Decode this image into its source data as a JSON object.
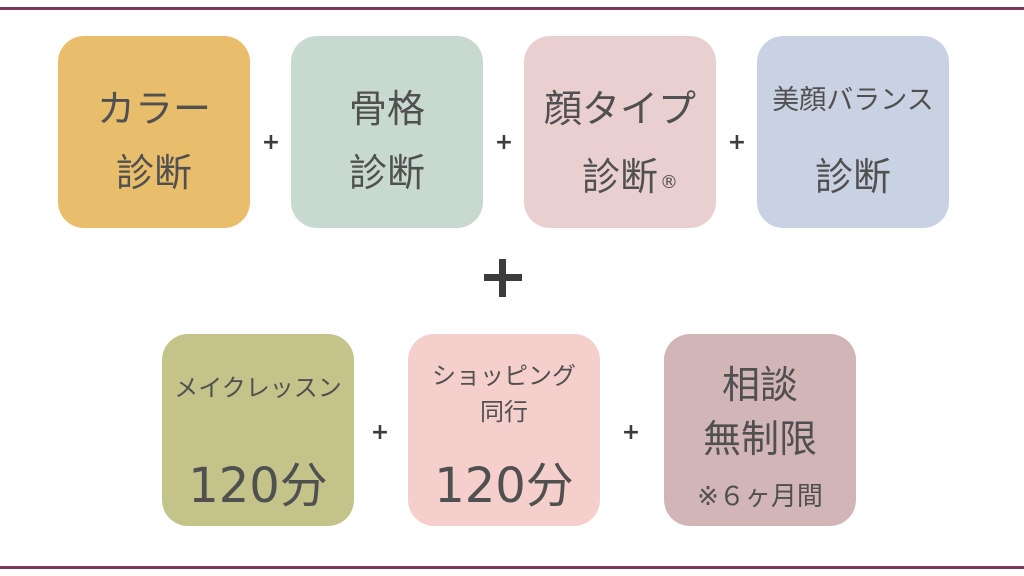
{
  "colors": {
    "border": "#7a3a55",
    "tile_color": "#e8bd6b",
    "tile_skeleton": "#c8d9cf",
    "tile_face": "#eacfd1",
    "tile_balance": "#c9d2e2",
    "tile_makeup": "#c3c38a",
    "tile_shopping": "#f5cfcc",
    "tile_consult": "#d1b5b7"
  },
  "tiles": [
    {
      "line1": "カラー",
      "line2": "診断"
    },
    {
      "line1": "骨格",
      "line2": "診断"
    },
    {
      "line1": "顔タイプ",
      "line2": "診断",
      "mark": "®"
    },
    {
      "line1": "美顔バランス",
      "line2": "診断"
    },
    {
      "line1": "メイクレッスン",
      "line2": "120分"
    },
    {
      "line1": "ショッピング",
      "line1b": "同行",
      "line2": "120分"
    },
    {
      "line1": "相談",
      "line1b": "無制限",
      "line2": "※６ヶ月間"
    }
  ],
  "plus_symbol": "+"
}
